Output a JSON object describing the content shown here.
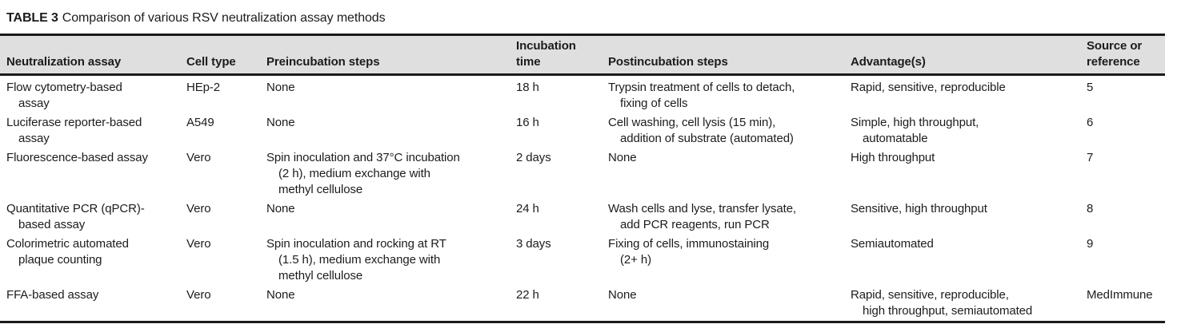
{
  "caption": {
    "label": "TABLE 3",
    "text": "Comparison of various RSV neutralization assay methods"
  },
  "table": {
    "headers": {
      "assay": "Neutralization assay",
      "cell_type": "Cell type",
      "preincubation": "Preincubation steps",
      "incubation_time": "Incubation\ntime",
      "postincubation": "Postincubation steps",
      "advantages": "Advantage(s)",
      "source": "Source or\nreference"
    },
    "rows": [
      {
        "assay": "Flow cytometry-based\nassay",
        "cell_type": "HEp-2",
        "preincubation": "None",
        "incubation_time": "18 h",
        "postincubation": "Trypsin treatment of cells to detach,\nfixing of cells",
        "advantages": "Rapid, sensitive, reproducible",
        "source": "5"
      },
      {
        "assay": "Luciferase reporter-based\nassay",
        "cell_type": "A549",
        "preincubation": "None",
        "incubation_time": "16 h",
        "postincubation": "Cell washing, cell lysis (15 min),\naddition of substrate (automated)",
        "advantages": "Simple, high throughput,\nautomatable",
        "source": "6"
      },
      {
        "assay": "Fluorescence-based assay",
        "cell_type": "Vero",
        "preincubation": "Spin inoculation and 37°C incubation\n(2 h), medium exchange with\nmethyl cellulose",
        "incubation_time": "2 days",
        "postincubation": "None",
        "advantages": "High throughput",
        "source": "7"
      },
      {
        "assay": "Quantitative PCR (qPCR)-\nbased assay",
        "cell_type": "Vero",
        "preincubation": "None",
        "incubation_time": "24 h",
        "postincubation": "Wash cells and lyse, transfer lysate,\nadd PCR reagents, run PCR",
        "advantages": "Sensitive, high throughput",
        "source": "8"
      },
      {
        "assay": "Colorimetric automated\nplaque counting",
        "cell_type": "Vero",
        "preincubation": "Spin inoculation and rocking at RT\n(1.5 h), medium exchange with\nmethyl cellulose",
        "incubation_time": "3 days",
        "postincubation": "Fixing of cells, immunostaining\n(2+ h)",
        "advantages": "Semiautomated",
        "source": "9"
      },
      {
        "assay": "FFA-based assay",
        "cell_type": "Vero",
        "preincubation": "None",
        "incubation_time": "22 h",
        "postincubation": "None",
        "advantages": "Rapid, sensitive, reproducible,\nhigh throughput, semiautomated",
        "source": "MedImmune"
      }
    ]
  },
  "colors": {
    "header_band": "#dfdfdf",
    "rule": "#1a1a1a",
    "text": "#1c1c1c"
  }
}
